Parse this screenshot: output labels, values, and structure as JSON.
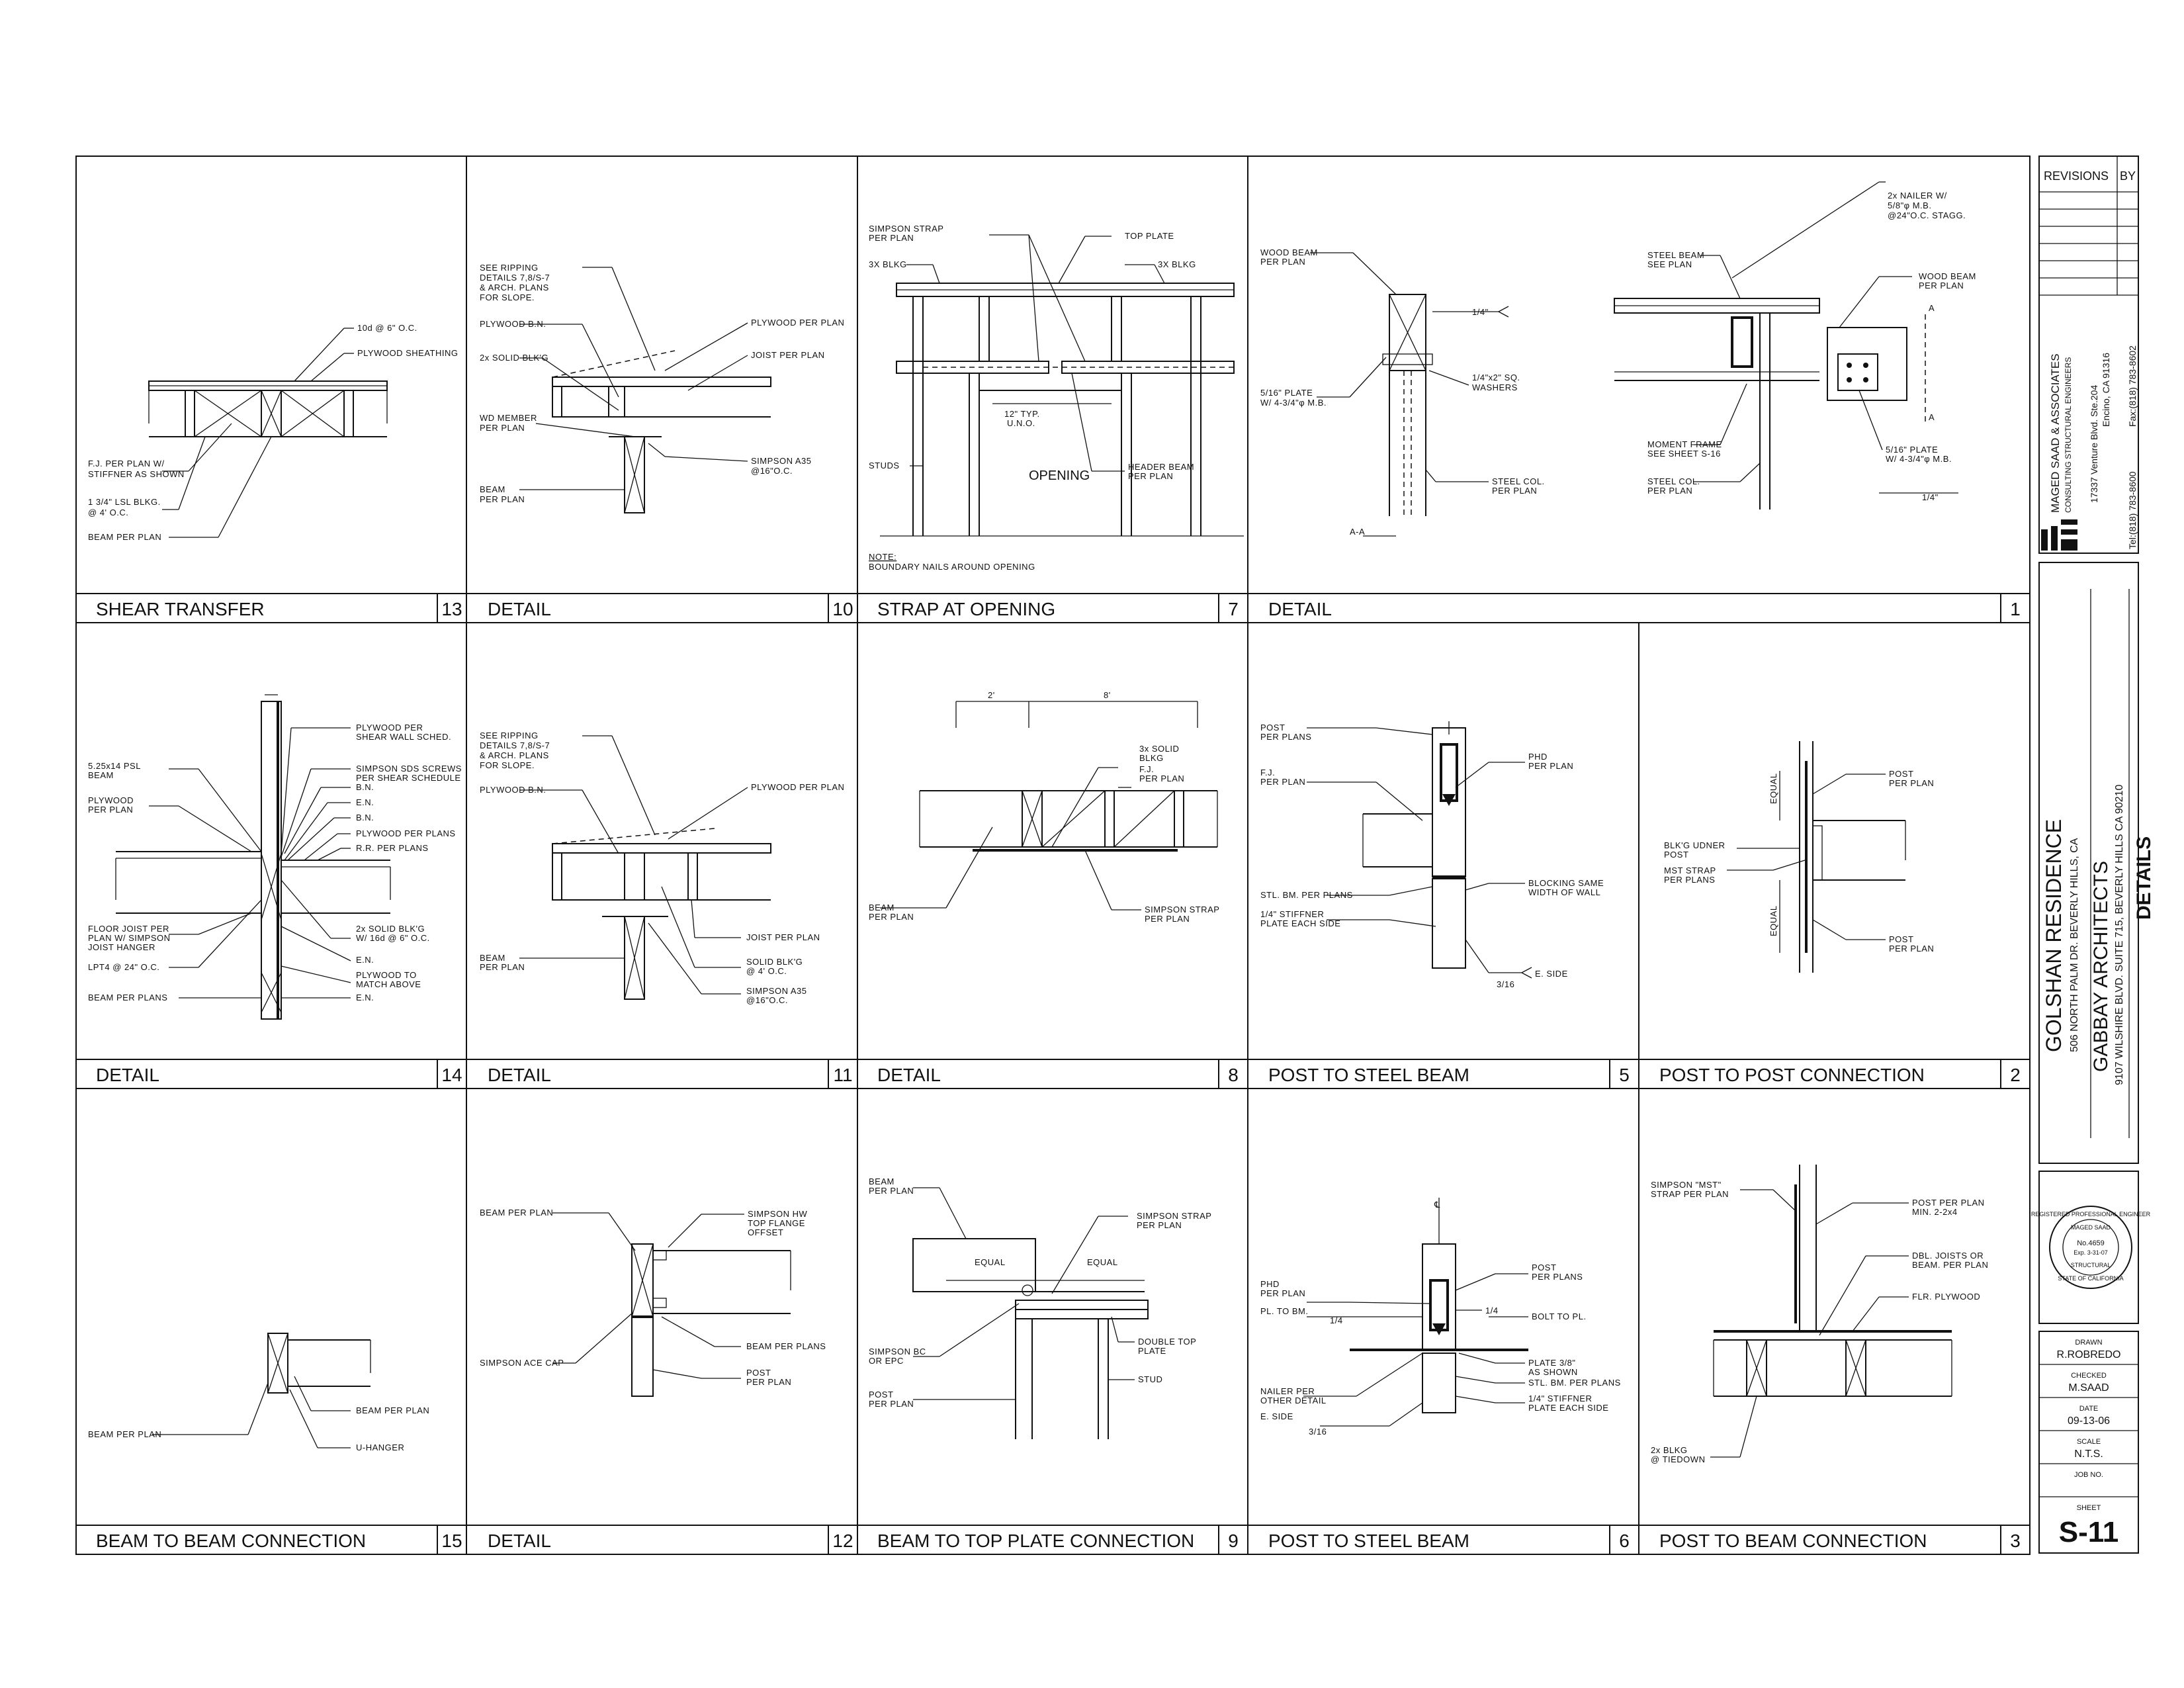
{
  "revisions": {
    "header": "REVISIONS",
    "by": "BY"
  },
  "firm": {
    "name": "MAGED SAAD & ASSOCIATES",
    "subtitle": "CONSULTING STRUCTURAL ENGINEERS",
    "address": "17337 Venture Blvd. Ste.204",
    "city": "Encino, CA 91316",
    "tel": "Tel:(818) 783-8600",
    "fax": "Fax:(818) 783-8602"
  },
  "project": {
    "name": "GOLSHAN RESIDENCE",
    "address": "506 NORTH PALM DR. BEVERLY HILLS, CA",
    "architect": "GABBAY ARCHITECTS",
    "architect_address": "9107 WILSHIRE BLVD. SUITE 715, BEVERLY HILLS CA 90210",
    "sheet_title": "DETAILS"
  },
  "seal": {
    "ring_top": "REGISTERED PROFESSIONAL ENGINEER",
    "name": "MAGED SAAD",
    "number": "No.4659",
    "expiry": "Exp. 3-31-07",
    "type": "STRUCTURAL",
    "state": "STATE OF CALIFORNIA"
  },
  "title_block": {
    "drawn_label": "DRAWN",
    "drawn": "R.ROBREDO",
    "checked_label": "CHECKED",
    "checked": "M.SAAD",
    "date_label": "DATE",
    "date": "09-13-06",
    "scale_label": "SCALE",
    "scale": "N.T.S.",
    "job_label": "JOB NO.",
    "job": "",
    "sheet_label": "SHEET",
    "sheet": "S-11"
  },
  "details": {
    "d13": {
      "title": "SHEAR TRANSFER",
      "num": "13",
      "notes": [
        "10d @ 6\" O.C.",
        "PLYWOOD SHEATHING",
        "F.J. PER PLAN W/",
        "STIFFNER AS SHOWN",
        "1 3/4\" LSL BLKG.",
        "@ 4' O.C.",
        "BEAM PER PLAN"
      ]
    },
    "d10": {
      "title": "DETAIL",
      "num": "10",
      "notes": [
        "SEE RIPPING",
        "DETAILS 7,8/S-7",
        "& ARCH. PLANS",
        "FOR SLOPE.",
        "PLYWOOD B.N.",
        "2x SOLID BLK'G",
        "WD MEMBER",
        "PER PLAN",
        "BEAM",
        "PER PLAN",
        "PLYWOOD PER PLAN",
        "JOIST PER PLAN",
        "SIMPSON A35",
        "@16\"O.C."
      ]
    },
    "d7": {
      "title": "STRAP AT OPENING",
      "num": "7",
      "notes": [
        "SIMPSON STRAP",
        "PER PLAN",
        "3X BLKG",
        "TOP PLATE",
        "3X BLKG",
        "12\" TYP.",
        "U.N.O.",
        "STUDS",
        "OPENING",
        "HEADER BEAM",
        "PER PLAN",
        "NOTE:",
        "BOUNDARY NAILS AROUND OPENING"
      ]
    },
    "d1": {
      "title": "DETAIL",
      "num": "1",
      "notes": [
        "WOOD BEAM",
        "PER PLAN",
        "1/4\"",
        "1/4\"x2\" SQ.",
        "WASHERS",
        "5/16\" PLATE",
        "W/ 4-3/4\"φ M.B.",
        "STEEL COL.",
        "PER PLAN",
        "A-A",
        "2x NAILER W/",
        "5/8\"φ M.B.",
        "@24\"O.C. STAGG.",
        "STEEL BEAM",
        "SEE PLAN",
        "WOOD BEAM",
        "PER PLAN",
        "A",
        "MOMENT FRAME",
        "SEE SHEET S-16",
        "STEEL COL.",
        "PER PLAN",
        "5/16\" PLATE",
        "W/ 4-3/4\"φ M.B.",
        "1/4\"",
        "A"
      ]
    },
    "d14": {
      "title": "DETAIL",
      "num": "14",
      "notes": [
        "5.25x14 PSL",
        "BEAM",
        "PLYWOOD",
        "PER PLAN",
        "PLYWOOD PER",
        "SHEAR WALL SCHED.",
        "SIMPSON SDS SCREWS",
        "PER SHEAR SCHEDULE",
        "B.N.",
        "E.N.",
        "B.N.",
        "PLYWOOD PER PLANS",
        "R.R. PER PLANS",
        "FLOOR JOIST PER",
        "PLAN W/ SIMPSON",
        "JOIST HANGER",
        "LPT4 @ 24\" O.C.",
        "BEAM PER PLANS",
        "2x SOLID BLK'G",
        "W/ 16d @ 6\" O.C.",
        "E.N.",
        "PLYWOOD TO",
        "MATCH ABOVE",
        "E.N."
      ]
    },
    "d11": {
      "title": "DETAIL",
      "num": "11",
      "notes": [
        "SEE RIPPING",
        "DETAILS 7,8/S-7",
        "& ARCH. PLANS",
        "FOR SLOPE.",
        "PLYWOOD B.N.",
        "PLYWOOD PER PLAN",
        "BEAM",
        "PER PLAN",
        "JOIST PER PLAN",
        "SOLID BLK'G",
        "@ 4' O.C.",
        "SIMPSON A35",
        "@16\"O.C."
      ]
    },
    "d8": {
      "title": "DETAIL",
      "num": "8",
      "notes": [
        "2'",
        "8'",
        "3x SOLID",
        "BLKG",
        "F.J.",
        "PER PLAN",
        "BEAM",
        "PER PLAN",
        "SIMPSON STRAP",
        "PER PLAN"
      ]
    },
    "d5": {
      "title": "POST TO STEEL BEAM",
      "num": "5",
      "notes": [
        "POST",
        "PER PLANS",
        "F.J.",
        "PER PLAN",
        "PHD",
        "PER PLAN",
        "STL. BM. PER PLANS",
        "1/4\" STIFFNER",
        "PLATE EACH SIDE",
        "BLOCKING SAME",
        "WIDTH OF WALL",
        "E. SIDE",
        "3/16"
      ]
    },
    "d2": {
      "title": "POST TO POST CONNECTION",
      "num": "2",
      "notes": [
        "EQUAL",
        "POST",
        "PER PLAN",
        "BLK'G UDNER",
        "POST",
        "MST STRAP",
        "PER PLANS",
        "EQUAL",
        "POST",
        "PER PLAN"
      ]
    },
    "d15": {
      "title": "BEAM TO BEAM CONNECTION",
      "num": "15",
      "notes": [
        "BEAM PER PLAN",
        "BEAM PER PLAN",
        "U-HANGER"
      ]
    },
    "d12": {
      "title": "DETAIL",
      "num": "12",
      "notes": [
        "BEAM PER PLAN",
        "SIMPSON HW",
        "TOP FLANGE",
        "OFFSET",
        "SIMPSON ACE CAP",
        "BEAM PER PLANS",
        "POST",
        "PER PLAN"
      ]
    },
    "d9": {
      "title": "BEAM TO TOP PLATE CONNECTION",
      "num": "9",
      "notes": [
        "BEAM",
        "PER PLAN",
        "SIMPSON STRAP",
        "PER PLAN",
        "EQUAL",
        "EQUAL",
        "SIMPSON BC",
        "OR EPC",
        "DOUBLE TOP",
        "PLATE",
        "STUD",
        "POST",
        "PER PLAN"
      ]
    },
    "d6": {
      "title": "POST TO STEEL BEAM",
      "num": "6",
      "notes": [
        "PHD",
        "PER PLAN",
        "PL. TO BM.",
        "1/4",
        "POST",
        "PER PLANS",
        "1/4",
        "BOLT TO PL.",
        "PLATE 3/8\"",
        "AS SHOWN",
        "STL. BM. PER PLANS",
        "1/4\" STIFFNER",
        "PLATE EACH SIDE",
        "NAILER PER",
        "OTHER DETAIL",
        "E. SIDE",
        "3/16"
      ]
    },
    "d3": {
      "title": "POST TO BEAM CONNECTION",
      "num": "3",
      "notes": [
        "SIMPSON \"MST\"",
        "STRAP PER PLAN",
        "POST PER PLAN",
        "MIN. 2-2x4",
        "DBL. JOISTS OR",
        "BEAM. PER PLAN",
        "FLR. PLYWOOD",
        "2x BLKG",
        "@ TIEDOWN"
      ]
    }
  }
}
